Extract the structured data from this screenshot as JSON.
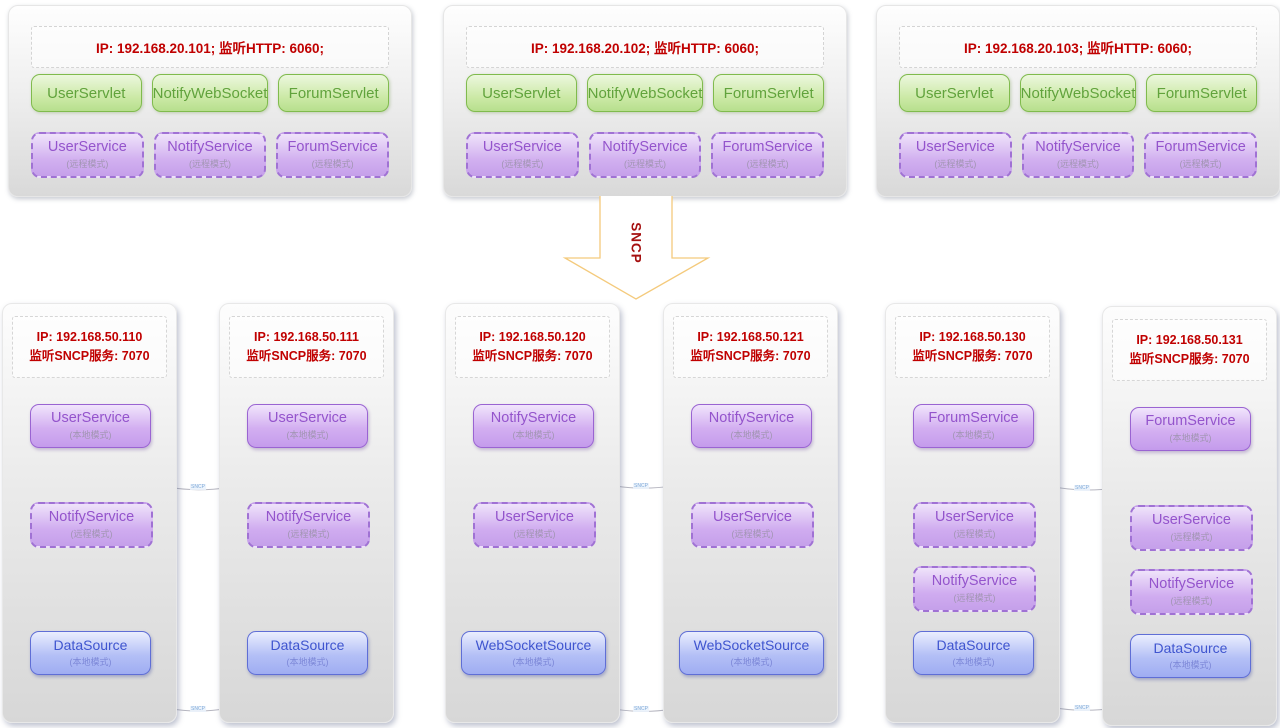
{
  "arrow": {
    "label": "SNCP"
  },
  "link_label": "SNCP",
  "top_servers": [
    {
      "header": "IP: 192.168.20.101;  监听HTTP: 6060;",
      "servlets": [
        "UserServlet",
        "NotifyWebSocket",
        "ForumServlet"
      ],
      "services": [
        {
          "name": "UserService",
          "mode": "(远程模式)"
        },
        {
          "name": "NotifyService",
          "mode": "(远程模式)"
        },
        {
          "name": "ForumService",
          "mode": "(远程模式)"
        }
      ]
    },
    {
      "header": "IP: 192.168.20.102;  监听HTTP: 6060;",
      "servlets": [
        "UserServlet",
        "NotifyWebSocket",
        "ForumServlet"
      ],
      "services": [
        {
          "name": "UserService",
          "mode": "(远程模式)"
        },
        {
          "name": "NotifyService",
          "mode": "(远程模式)"
        },
        {
          "name": "ForumService",
          "mode": "(远程模式)"
        }
      ]
    },
    {
      "header": "IP: 192.168.20.103;  监听HTTP: 6060;",
      "servlets": [
        "UserServlet",
        "NotifyWebSocket",
        "ForumServlet"
      ],
      "services": [
        {
          "name": "UserService",
          "mode": "(远程模式)"
        },
        {
          "name": "NotifyService",
          "mode": "(远程模式)"
        },
        {
          "name": "ForumService",
          "mode": "(远程模式)"
        }
      ]
    }
  ],
  "bottom_servers": [
    {
      "ip": "IP: 192.168.50.110",
      "listen": "监听SNCP服务: 7070",
      "services": [
        {
          "name": "UserService",
          "mode": "(本地模式)"
        },
        {
          "name": "NotifyService",
          "mode": "(远程模式)"
        },
        {
          "name": "DataSource",
          "mode": "(本地模式)"
        }
      ]
    },
    {
      "ip": "IP: 192.168.50.111",
      "listen": "监听SNCP服务: 7070",
      "services": [
        {
          "name": "UserService",
          "mode": "(本地模式)"
        },
        {
          "name": "NotifyService",
          "mode": "(远程模式)"
        },
        {
          "name": "DataSource",
          "mode": "(本地模式)"
        }
      ]
    },
    {
      "ip": "IP: 192.168.50.120",
      "listen": "监听SNCP服务: 7070",
      "services": [
        {
          "name": "NotifyService",
          "mode": "(本地模式)"
        },
        {
          "name": "UserService",
          "mode": "(远程模式)"
        },
        {
          "name": "WebSocketSource",
          "mode": "(本地模式)"
        }
      ]
    },
    {
      "ip": "IP: 192.168.50.121",
      "listen": "监听SNCP服务: 7070",
      "services": [
        {
          "name": "NotifyService",
          "mode": "(本地模式)"
        },
        {
          "name": "UserService",
          "mode": "(远程模式)"
        },
        {
          "name": "WebSocketSource",
          "mode": "(本地模式)"
        }
      ]
    },
    {
      "ip": "IP: 192.168.50.130",
      "listen": "监听SNCP服务: 7070",
      "services": [
        {
          "name": "ForumService",
          "mode": "(本地模式)"
        },
        {
          "name": "UserService",
          "mode": "(远程模式)"
        },
        {
          "name": "NotifyService",
          "mode": "(远程模式)"
        },
        {
          "name": "DataSource",
          "mode": "(本地模式)"
        }
      ]
    },
    {
      "ip": "IP: 192.168.50.131",
      "listen": "监听SNCP服务: 7070",
      "services": [
        {
          "name": "ForumService",
          "mode": "(本地模式)"
        },
        {
          "name": "UserService",
          "mode": "(远程模式)"
        },
        {
          "name": "NotifyService",
          "mode": "(远程模式)"
        },
        {
          "name": "DataSource",
          "mode": "(本地模式)"
        }
      ]
    }
  ],
  "colors": {
    "red_text": "#c00000",
    "green_border": "#80bb4d",
    "purple_border": "#9a64d2",
    "blue_border": "#5f6ed6",
    "arrow_outline": "#f4ca7c",
    "connector": "#b6b6c0"
  }
}
